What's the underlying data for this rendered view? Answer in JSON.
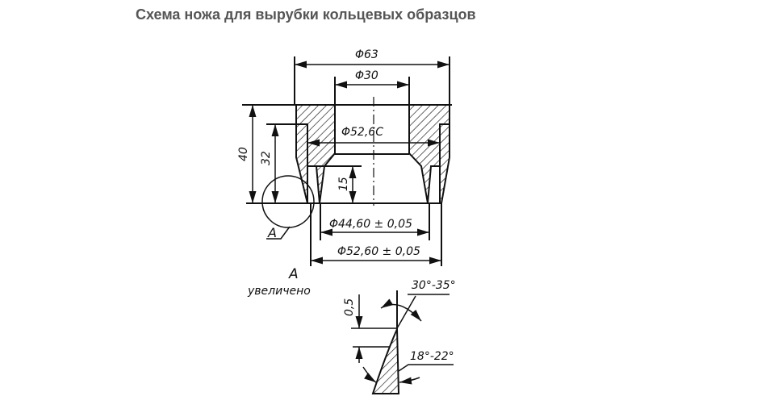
{
  "title": "Схема ножа для вырубки кольцевых образцов",
  "dimensions": {
    "d63": "Φ63",
    "d30": "Φ30",
    "d52_6c": "Φ52,6С",
    "h40": "40",
    "h32": "32",
    "h15": "15",
    "d44_60": "Φ44,60 ± 0,05",
    "d52_60": "Φ52,60 ± 0,05"
  },
  "detail": {
    "callout": "А",
    "label": "А",
    "caption": "увеличено",
    "thickness": "0,5",
    "angle_top": "30°-35°",
    "angle_bottom": "18°-22°"
  }
}
